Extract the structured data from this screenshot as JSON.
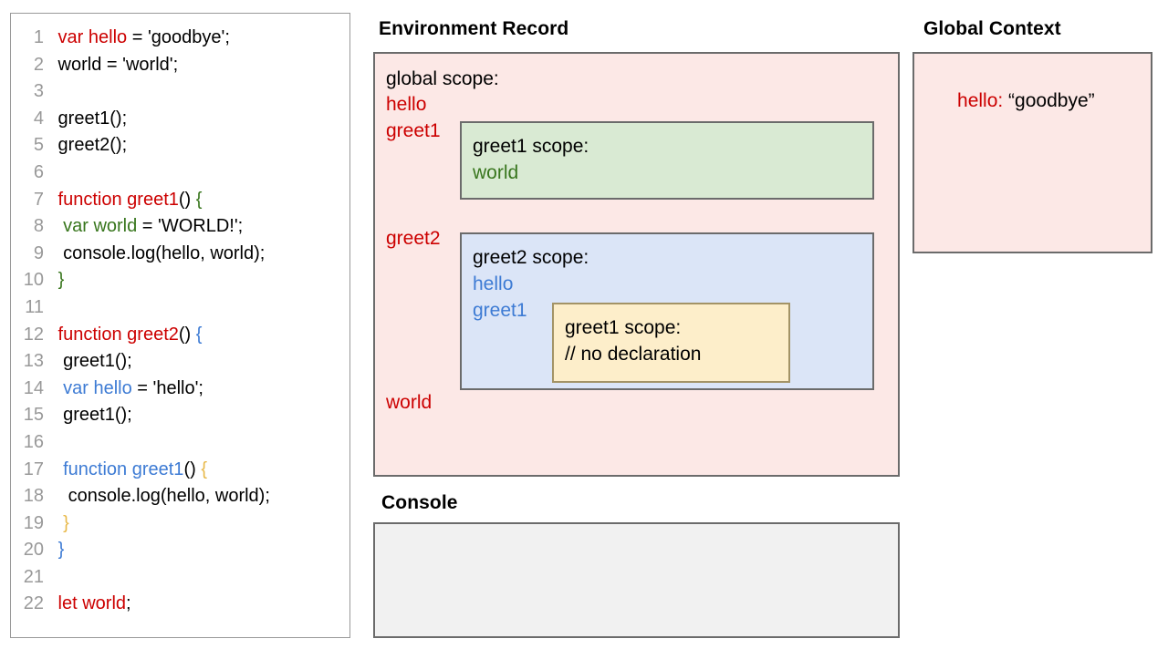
{
  "code_panel": {
    "lines": [
      {
        "n": "1",
        "tokens": [
          {
            "t": " var hello",
            "c": "red"
          },
          {
            "t": " = 'goodbye';",
            "c": "black"
          }
        ]
      },
      {
        "n": "2",
        "tokens": [
          {
            "t": " world = 'world';",
            "c": "black"
          }
        ]
      },
      {
        "n": "3",
        "tokens": [
          {
            "t": "",
            "c": "black"
          }
        ]
      },
      {
        "n": "4",
        "tokens": [
          {
            "t": " greet1();",
            "c": "black"
          }
        ]
      },
      {
        "n": "5",
        "tokens": [
          {
            "t": " greet2();",
            "c": "black"
          }
        ]
      },
      {
        "n": "6",
        "tokens": [
          {
            "t": "",
            "c": "black"
          }
        ]
      },
      {
        "n": "7",
        "tokens": [
          {
            "t": " function greet1",
            "c": "red"
          },
          {
            "t": "() ",
            "c": "black"
          },
          {
            "t": "{",
            "c": "green"
          }
        ]
      },
      {
        "n": "8",
        "tokens": [
          {
            "t": "  var world",
            "c": "green"
          },
          {
            "t": " = 'WORLD!';",
            "c": "black"
          }
        ]
      },
      {
        "n": "9",
        "tokens": [
          {
            "t": "  console.log(hello, world);",
            "c": "black"
          }
        ]
      },
      {
        "n": "10",
        "tokens": [
          {
            "t": " ",
            "c": "black"
          },
          {
            "t": "}",
            "c": "green"
          }
        ]
      },
      {
        "n": "11",
        "tokens": [
          {
            "t": "",
            "c": "black"
          }
        ]
      },
      {
        "n": "12",
        "tokens": [
          {
            "t": " function greet2",
            "c": "red"
          },
          {
            "t": "() ",
            "c": "black"
          },
          {
            "t": "{",
            "c": "blue"
          }
        ]
      },
      {
        "n": "13",
        "tokens": [
          {
            "t": "  greet1();",
            "c": "black"
          }
        ]
      },
      {
        "n": "14",
        "tokens": [
          {
            "t": "  var hello",
            "c": "blue"
          },
          {
            "t": " = 'hello';",
            "c": "black"
          }
        ]
      },
      {
        "n": "15",
        "tokens": [
          {
            "t": "  greet1();",
            "c": "black"
          }
        ]
      },
      {
        "n": "16",
        "tokens": [
          {
            "t": "",
            "c": "black"
          }
        ]
      },
      {
        "n": "17",
        "tokens": [
          {
            "t": "  function greet1",
            "c": "blue"
          },
          {
            "t": "() ",
            "c": "black"
          },
          {
            "t": "{",
            "c": "gold"
          }
        ]
      },
      {
        "n": "18",
        "tokens": [
          {
            "t": "   console.log(hello, world);",
            "c": "black"
          }
        ]
      },
      {
        "n": "19",
        "tokens": [
          {
            "t": "  ",
            "c": "black"
          },
          {
            "t": "}",
            "c": "gold"
          }
        ]
      },
      {
        "n": "20",
        "tokens": [
          {
            "t": " ",
            "c": "black"
          },
          {
            "t": "}",
            "c": "blue"
          }
        ]
      },
      {
        "n": "21",
        "tokens": [
          {
            "t": "",
            "c": "black"
          }
        ]
      },
      {
        "n": "22",
        "tokens": [
          {
            "t": " let world",
            "c": "red"
          },
          {
            "t": ";",
            "c": "black"
          }
        ]
      }
    ]
  },
  "environment_record": {
    "title": "Environment Record",
    "global_scope_heading": "global scope:",
    "bindings": [
      "hello",
      "greet1",
      "greet2",
      "world"
    ],
    "greet1_scope": {
      "heading": "greet1 scope:",
      "binding": "world"
    },
    "greet2_scope": {
      "heading": "greet2 scope:",
      "binding_1": "hello",
      "binding_2": "greet1",
      "inner_greet1_scope": {
        "heading": "greet1 scope:",
        "note": "// no declaration"
      }
    }
  },
  "global_context": {
    "title": "Global Context",
    "entry_key": "hello:",
    "entry_value": " “goodbye”"
  },
  "console": {
    "title": "Console",
    "output": ""
  },
  "colors": {
    "red": "#cc0000",
    "green": "#38761d",
    "blue": "#3d7bd4",
    "gold": "#e8b94a",
    "pink_panel": "#fce8e6",
    "green_box": "#d9ead3",
    "blue_box": "#dbe5f7",
    "yellow_box": "#fdeeca",
    "console_bg": "#f1f1f1",
    "border": "#6b6b6b",
    "line_number": "#999999"
  }
}
